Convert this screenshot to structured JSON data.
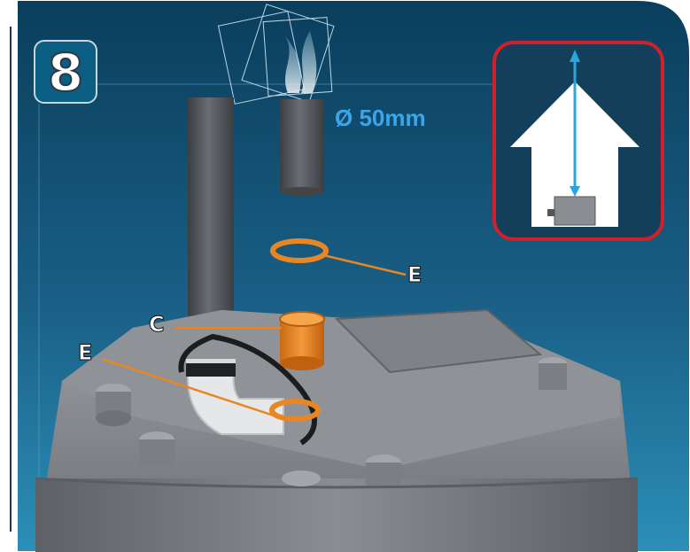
{
  "step": {
    "number": "8"
  },
  "dimension": {
    "label": "Ø 50mm"
  },
  "callouts": {
    "upper_seal": "E",
    "coupling": "C",
    "lower_seal": "E"
  },
  "colors": {
    "background_top": "#0a3e5c",
    "background_bottom": "#2c8fb8",
    "accent_blue": "#3aa6e8",
    "callout_orange": "#e98624",
    "inset_frame_red": "#d0202a"
  },
  "icons": {
    "inset": "house-height-icon",
    "vent": "vent-steam-icon"
  }
}
